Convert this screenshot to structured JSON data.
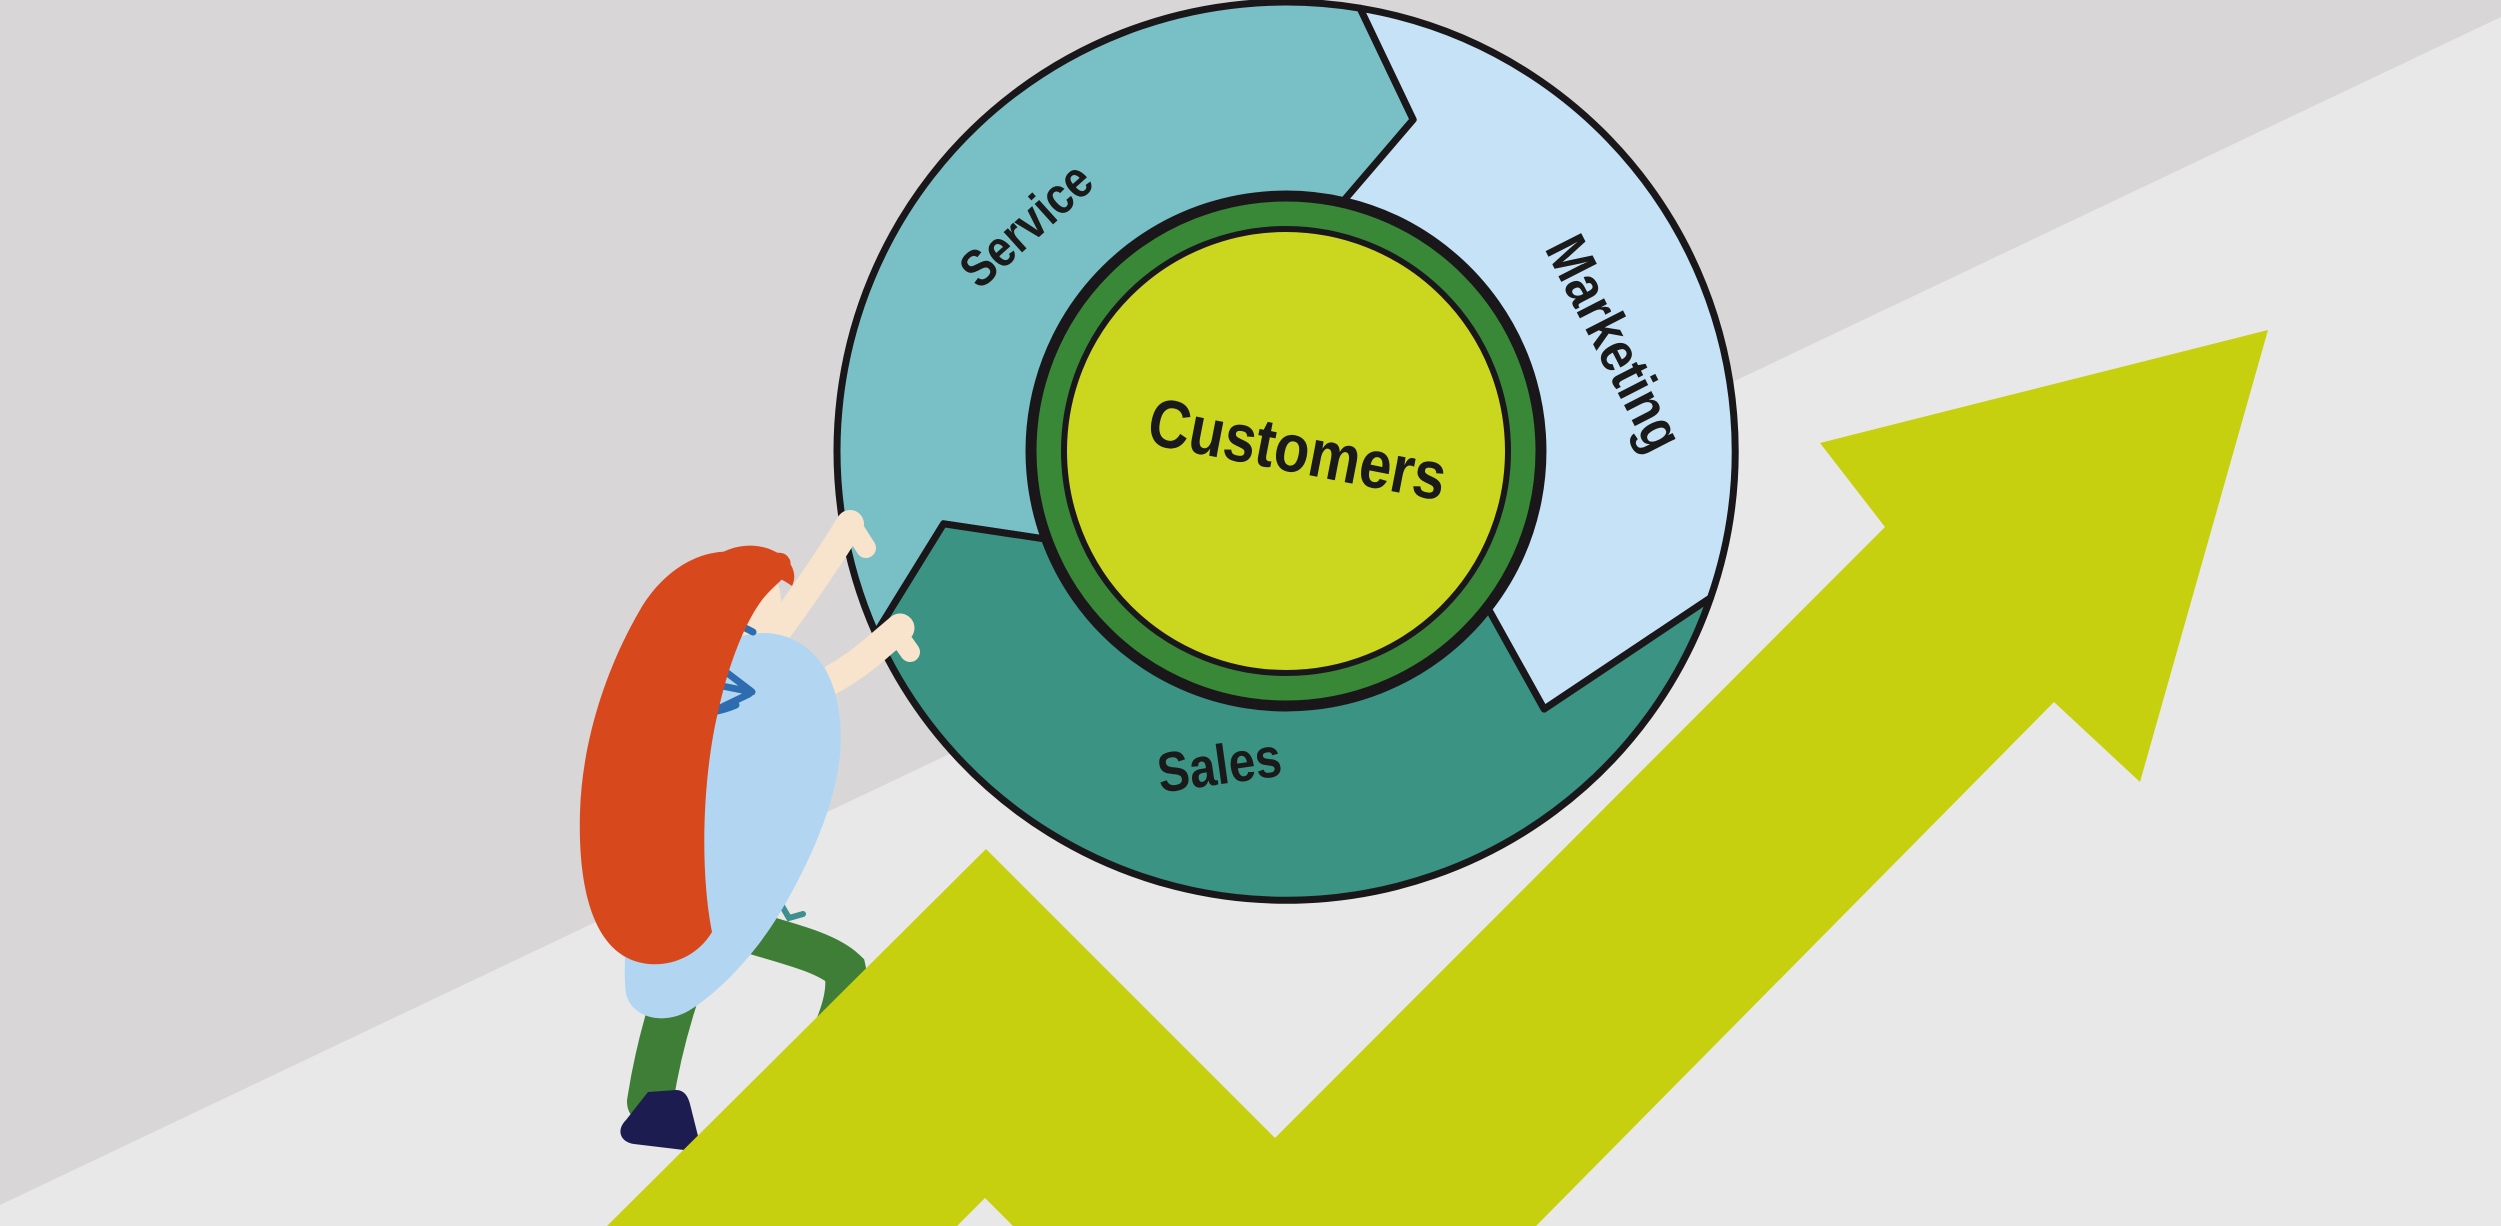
{
  "diagram": {
    "title_none_visible": "",
    "flywheel": {
      "center_label": "Customers",
      "segments": [
        {
          "label": "Service",
          "color": "#79c0c6"
        },
        {
          "label": "Marketing",
          "color": "#c5e2f6"
        },
        {
          "label": "Sales",
          "color": "#3a9383"
        }
      ],
      "ring_color": "#388838",
      "center_color": "#cbd61f",
      "outline_color": "#1a171b",
      "label_color": "#1a1a1a"
    },
    "growth_arrow": {
      "color": "#c6d00e",
      "direction": "up-right"
    },
    "background": {
      "base": "#d9d6d7",
      "light": "#e9e8e8"
    },
    "person": {
      "skin": "#f8e3cc",
      "hair": "#d8481d",
      "shirt": "#b2d6f2",
      "shirt_lines": "#2e6cb0",
      "pants": "#3f7e37",
      "pants_seams": "#3f8f8f",
      "shoes": "#1c1c50"
    }
  }
}
